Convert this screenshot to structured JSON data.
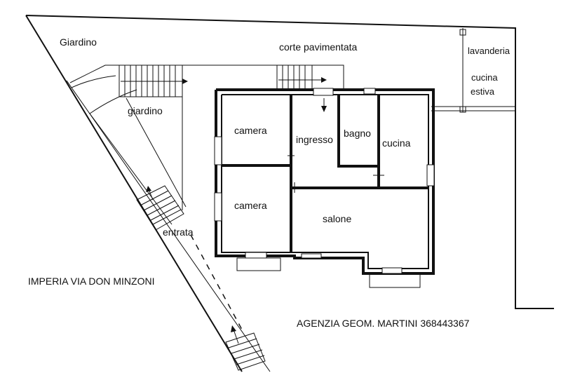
{
  "labels": {
    "giardino_top": "Giardino",
    "corte": "corte pavimentata",
    "lavanderia": "lavanderia",
    "cucina_estiva_1": "cucina",
    "cucina_estiva_2": "estiva",
    "giardino_inner": "giardino",
    "camera_top": "camera",
    "ingresso": "ingresso",
    "bagno": "bagno",
    "cucina": "cucina",
    "camera_bottom": "camera",
    "salone": "salone",
    "entrata": "entrata",
    "address": "IMPERIA  VIA DON MINZONI",
    "agency": "AGENZIA GEOM. MARTINI  368443367"
  }
}
